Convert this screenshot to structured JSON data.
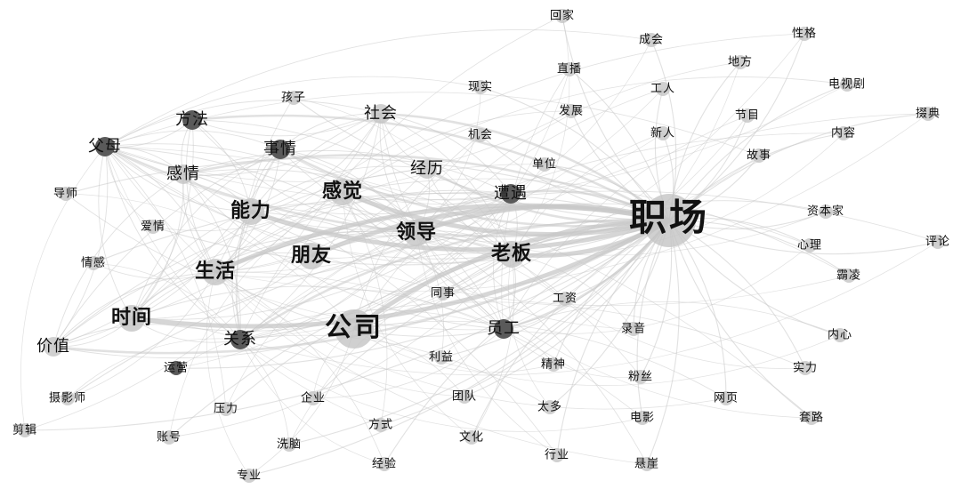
{
  "hub": "职场",
  "nodes": [
    {
      "id": "职场",
      "label": "职场",
      "size": 5,
      "shade": "light"
    },
    {
      "id": "公司",
      "label": "公司",
      "size": 4,
      "shade": "light"
    },
    {
      "id": "老板",
      "label": "老板",
      "size": 3,
      "shade": "light"
    },
    {
      "id": "领导",
      "label": "领导",
      "size": 3,
      "shade": "light"
    },
    {
      "id": "感觉",
      "label": "感觉",
      "size": 3,
      "shade": "light"
    },
    {
      "id": "生活",
      "label": "生活",
      "size": 3,
      "shade": "light"
    },
    {
      "id": "时间",
      "label": "时间",
      "size": 3,
      "shade": "light"
    },
    {
      "id": "朋友",
      "label": "朋友",
      "size": 3,
      "shade": "light"
    },
    {
      "id": "能力",
      "label": "能力",
      "size": 3,
      "shade": "light"
    },
    {
      "id": "社会",
      "label": "社会",
      "size": 2,
      "shade": "light"
    },
    {
      "id": "经历",
      "label": "经历",
      "size": 2,
      "shade": "light"
    },
    {
      "id": "感情",
      "label": "感情",
      "size": 2,
      "shade": "light"
    },
    {
      "id": "父母",
      "label": "父母",
      "size": 2,
      "shade": "dark"
    },
    {
      "id": "方法",
      "label": "方法",
      "size": 2,
      "shade": "dark"
    },
    {
      "id": "事情",
      "label": "事情",
      "size": 2,
      "shade": "dark"
    },
    {
      "id": "遭遇",
      "label": "遭遇",
      "size": 2,
      "shade": "dark"
    },
    {
      "id": "员工",
      "label": "员工",
      "size": 2,
      "shade": "dark"
    },
    {
      "id": "关系",
      "label": "关系",
      "size": 2,
      "shade": "dark"
    },
    {
      "id": "价值",
      "label": "价值",
      "size": 2,
      "shade": "light"
    },
    {
      "id": "情感",
      "label": "情感",
      "size": 1,
      "shade": "light"
    },
    {
      "id": "爱情",
      "label": "爱情",
      "size": 1,
      "shade": "light"
    },
    {
      "id": "导师",
      "label": "导师",
      "size": 1,
      "shade": "light"
    },
    {
      "id": "孩子",
      "label": "孩子",
      "size": 1,
      "shade": "light"
    },
    {
      "id": "现实",
      "label": "现实",
      "size": 1,
      "shade": "light"
    },
    {
      "id": "机会",
      "label": "机会",
      "size": 1,
      "shade": "light"
    },
    {
      "id": "同事",
      "label": "同事",
      "size": 1,
      "shade": "light"
    },
    {
      "id": "工资",
      "label": "工资",
      "size": 1,
      "shade": "light"
    },
    {
      "id": "单位",
      "label": "单位",
      "size": 1,
      "shade": "light"
    },
    {
      "id": "发展",
      "label": "发展",
      "size": 1,
      "shade": "light"
    },
    {
      "id": "直播",
      "label": "直播",
      "size": 1,
      "shade": "light"
    },
    {
      "id": "回家",
      "label": "回家",
      "size": 1,
      "shade": "light"
    },
    {
      "id": "成会",
      "label": "成会",
      "size": 1,
      "shade": "light"
    },
    {
      "id": "工人",
      "label": "工人",
      "size": 1,
      "shade": "light"
    },
    {
      "id": "新人",
      "label": "新人",
      "size": 1,
      "shade": "light"
    },
    {
      "id": "地方",
      "label": "地方",
      "size": 1,
      "shade": "light"
    },
    {
      "id": "性格",
      "label": "性格",
      "size": 1,
      "shade": "light"
    },
    {
      "id": "电视剧",
      "label": "电视剧",
      "size": 1,
      "shade": "light"
    },
    {
      "id": "节目",
      "label": "节目",
      "size": 1,
      "shade": "light"
    },
    {
      "id": "内容",
      "label": "内容",
      "size": 1,
      "shade": "light"
    },
    {
      "id": "故事",
      "label": "故事",
      "size": 1,
      "shade": "light"
    },
    {
      "id": "掇典",
      "label": "掇典",
      "size": 1,
      "shade": "light"
    },
    {
      "id": "资本家",
      "label": "资本家",
      "size": 1,
      "shade": "light"
    },
    {
      "id": "心理",
      "label": "心理",
      "size": 1,
      "shade": "light"
    },
    {
      "id": "评论",
      "label": "评论",
      "size": 1,
      "shade": "light"
    },
    {
      "id": "霸凌",
      "label": "霸凌",
      "size": 1,
      "shade": "light"
    },
    {
      "id": "内心",
      "label": "内心",
      "size": 1,
      "shade": "light"
    },
    {
      "id": "实力",
      "label": "实力",
      "size": 1,
      "shade": "light"
    },
    {
      "id": "套路",
      "label": "套路",
      "size": 1,
      "shade": "light"
    },
    {
      "id": "网页",
      "label": "网页",
      "size": 1,
      "shade": "light"
    },
    {
      "id": "录音",
      "label": "录音",
      "size": 1,
      "shade": "light"
    },
    {
      "id": "粉丝",
      "label": "粉丝",
      "size": 1,
      "shade": "light"
    },
    {
      "id": "电影",
      "label": "电影",
      "size": 1,
      "shade": "light"
    },
    {
      "id": "悬崖",
      "label": "悬崖",
      "size": 1,
      "shade": "light"
    },
    {
      "id": "精神",
      "label": "精神",
      "size": 1,
      "shade": "light"
    },
    {
      "id": "太多",
      "label": "太多",
      "size": 1,
      "shade": "light"
    },
    {
      "id": "行业",
      "label": "行业",
      "size": 1,
      "shade": "light"
    },
    {
      "id": "团队",
      "label": "团队",
      "size": 1,
      "shade": "light"
    },
    {
      "id": "文化",
      "label": "文化",
      "size": 1,
      "shade": "light"
    },
    {
      "id": "利益",
      "label": "利益",
      "size": 1,
      "shade": "light"
    },
    {
      "id": "经验",
      "label": "经验",
      "size": 1,
      "shade": "light"
    },
    {
      "id": "方式",
      "label": "方式",
      "size": 1,
      "shade": "light"
    },
    {
      "id": "企业",
      "label": "企业",
      "size": 1,
      "shade": "light"
    },
    {
      "id": "洗脑",
      "label": "洗脑",
      "size": 1,
      "shade": "light"
    },
    {
      "id": "压力",
      "label": "压力",
      "size": 1,
      "shade": "light"
    },
    {
      "id": "专业",
      "label": "专业",
      "size": 1,
      "shade": "light"
    },
    {
      "id": "账号",
      "label": "账号",
      "size": 1,
      "shade": "light"
    },
    {
      "id": "运营",
      "label": "运营",
      "size": 1,
      "shade": "dark"
    },
    {
      "id": "摄影师",
      "label": "摄影师",
      "size": 1,
      "shade": "light"
    },
    {
      "id": "剪辑",
      "label": "剪辑",
      "size": 1,
      "shade": "light"
    }
  ],
  "colors": {
    "node_light": "#c4c4c4",
    "node_dark": "#5a5a5a",
    "edge": "#c8c8c8",
    "label": "#111111"
  }
}
